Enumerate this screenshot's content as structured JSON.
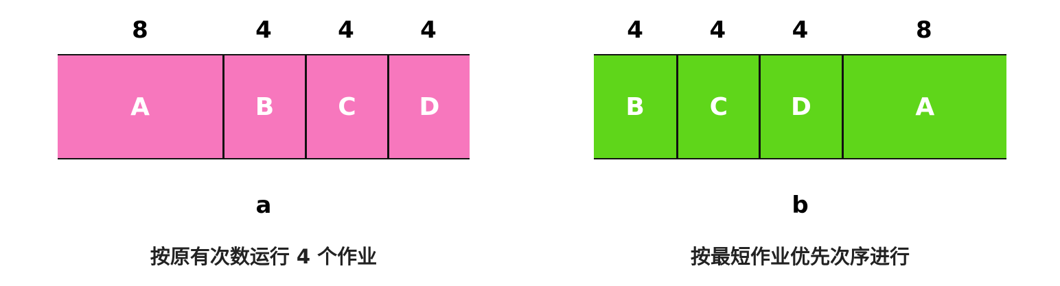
{
  "diagram_a": {
    "label": "a",
    "caption": "按原有次数运行 4 个作业",
    "fill_color": "#f777bd",
    "jobs": [
      {
        "name": "A",
        "duration": "8"
      },
      {
        "name": "B",
        "duration": "4"
      },
      {
        "name": "C",
        "duration": "4"
      },
      {
        "name": "D",
        "duration": "4"
      }
    ]
  },
  "diagram_b": {
    "label": "b",
    "caption": "按最短作业优先次序进行",
    "fill_color": "#5fd61a",
    "jobs": [
      {
        "name": "B",
        "duration": "4"
      },
      {
        "name": "C",
        "duration": "4"
      },
      {
        "name": "D",
        "duration": "4"
      },
      {
        "name": "A",
        "duration": "8"
      }
    ]
  }
}
